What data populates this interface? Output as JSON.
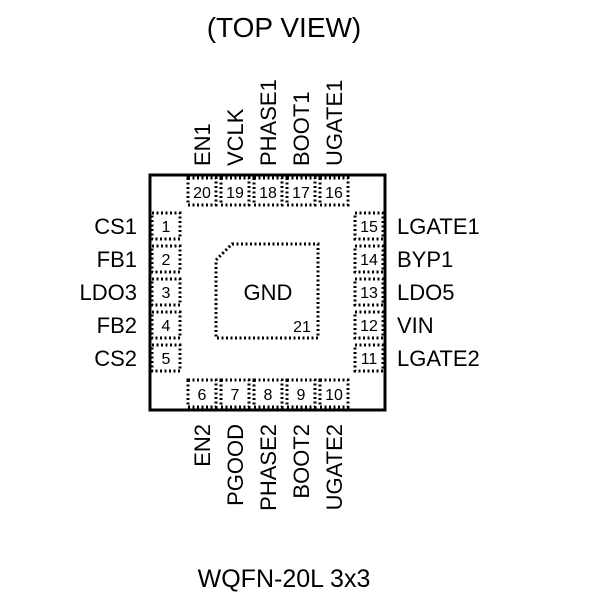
{
  "title": "(TOP VIEW)",
  "package_label": "WQFN-20L 3x3",
  "center_pad": {
    "label": "GND",
    "number": "21"
  },
  "left_pins": [
    {
      "number": "1",
      "name": "CS1"
    },
    {
      "number": "2",
      "name": "FB1"
    },
    {
      "number": "3",
      "name": "LDO3"
    },
    {
      "number": "4",
      "name": "FB2"
    },
    {
      "number": "5",
      "name": "CS2"
    }
  ],
  "bottom_pins": [
    {
      "number": "6",
      "name": "EN2"
    },
    {
      "number": "7",
      "name": "PGOOD"
    },
    {
      "number": "8",
      "name": "PHASE2"
    },
    {
      "number": "9",
      "name": "BOOT2"
    },
    {
      "number": "10",
      "name": "UGATE2"
    }
  ],
  "right_pins": [
    {
      "number": "11",
      "name": "LGATE2"
    },
    {
      "number": "12",
      "name": "VIN"
    },
    {
      "number": "13",
      "name": "LDO5"
    },
    {
      "number": "14",
      "name": "BYP1"
    },
    {
      "number": "15",
      "name": "LGATE1"
    }
  ],
  "top_pins": [
    {
      "number": "16",
      "name": "UGATE1"
    },
    {
      "number": "17",
      "name": "BOOT1"
    },
    {
      "number": "18",
      "name": "PHASE1"
    },
    {
      "number": "19",
      "name": "VCLK"
    },
    {
      "number": "20",
      "name": "EN1"
    }
  ]
}
